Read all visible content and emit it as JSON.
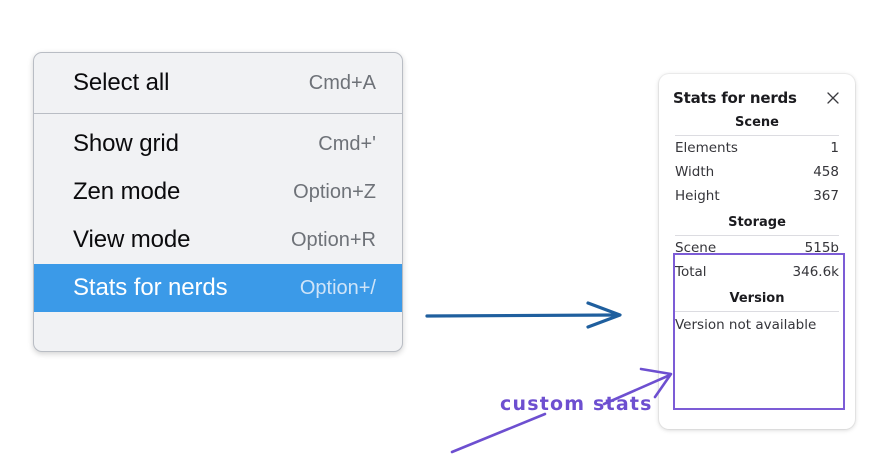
{
  "menu": {
    "groups": [
      {
        "items": [
          {
            "label": "Select all",
            "shortcut": "Cmd+A",
            "selected": false
          }
        ]
      },
      {
        "items": [
          {
            "label": "Show grid",
            "shortcut": "Cmd+'",
            "selected": false
          },
          {
            "label": "Zen mode",
            "shortcut": "Option+Z",
            "selected": false
          },
          {
            "label": "View mode",
            "shortcut": "Option+R",
            "selected": false
          },
          {
            "label": "Stats for nerds",
            "shortcut": "Option+/",
            "selected": true
          }
        ]
      }
    ],
    "highlight_color": "#3b9ae8"
  },
  "stats_panel": {
    "title": "Stats for nerds",
    "close_icon": "close-icon",
    "sections": [
      {
        "heading": "Scene",
        "rows": [
          {
            "key": "Elements",
            "value": "1"
          },
          {
            "key": "Width",
            "value": "458"
          },
          {
            "key": "Height",
            "value": "367"
          }
        ]
      },
      {
        "heading": "Storage",
        "rows": [
          {
            "key": "Scene",
            "value": "515b"
          },
          {
            "key": "Total",
            "value": "346.6k"
          }
        ]
      },
      {
        "heading": "Version",
        "note": "Version not available"
      }
    ]
  },
  "annotations": {
    "blue_arrow": {
      "name": "blue-arrow",
      "color": "#1f5f9e"
    },
    "purple_box": {
      "name": "purple-highlight-rectangle",
      "color": "#7c5cd6"
    },
    "purple_arrow": {
      "name": "purple-arrow",
      "color": "#6d4fd0"
    },
    "purple_stroke": {
      "name": "purple-underline-stroke",
      "color": "#6d4fd0"
    },
    "label": "custom stats"
  }
}
